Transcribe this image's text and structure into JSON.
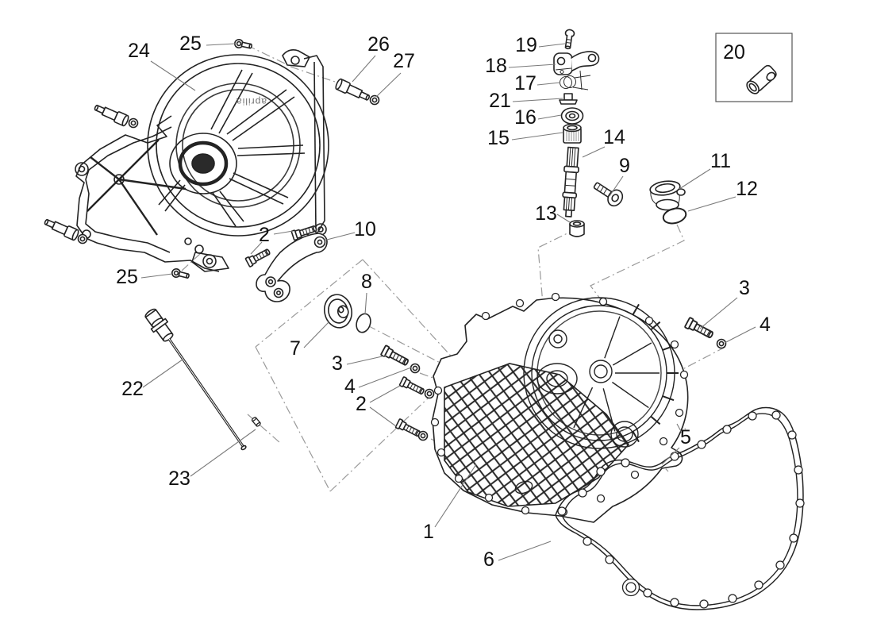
{
  "diagram": {
    "type": "exploded-parts-diagram",
    "background": "#ffffff",
    "line_color": "#232323",
    "leader_color": "#7a7a7a",
    "dashdot_color": "#9a9a9a",
    "cover_logo": "aprilia",
    "callouts": [
      {
        "label": "1"
      },
      {
        "label": "2"
      },
      {
        "label": "2"
      },
      {
        "label": "3"
      },
      {
        "label": "3"
      },
      {
        "label": "4"
      },
      {
        "label": "4"
      },
      {
        "label": "5"
      },
      {
        "label": "6"
      },
      {
        "label": "7"
      },
      {
        "label": "8"
      },
      {
        "label": "9"
      },
      {
        "label": "10"
      },
      {
        "label": "11"
      },
      {
        "label": "12"
      },
      {
        "label": "13"
      },
      {
        "label": "14"
      },
      {
        "label": "15"
      },
      {
        "label": "16"
      },
      {
        "label": "17"
      },
      {
        "label": "18"
      },
      {
        "label": "19"
      },
      {
        "label": "20"
      },
      {
        "label": "21"
      },
      {
        "label": "22"
      },
      {
        "label": "23"
      },
      {
        "label": "24"
      },
      {
        "label": "25"
      },
      {
        "label": "25"
      },
      {
        "label": "26"
      },
      {
        "label": "27"
      }
    ]
  }
}
